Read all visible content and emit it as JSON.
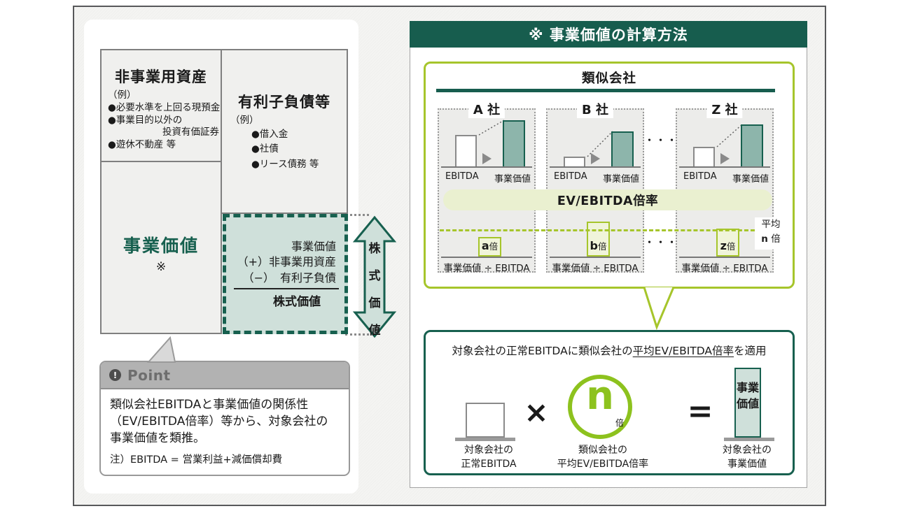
{
  "left": {
    "non_business_assets": {
      "title": "非事業用資産",
      "lines": [
        "（例）",
        "●必要水準を上回る現預金",
        "●事業目的以外の",
        "投資有価証券",
        "●遊休不動産 等"
      ]
    },
    "interest_debt": {
      "title": "有利子負債等",
      "example": "（例）",
      "bullets": [
        "●借入金",
        "●社債",
        "●リース債務 等"
      ]
    },
    "business_value": {
      "title": "事業価値",
      "note": "※"
    },
    "equity_calc": {
      "lines": [
        "事業価値",
        "（+）非事業用資産",
        "（−）　有利子負債"
      ],
      "result": "株式価値"
    },
    "equity_arrow_label": [
      "株",
      "式",
      "価",
      "値"
    ],
    "point": {
      "icon": "!",
      "title": "Point",
      "lines": [
        "類似会社EBITDAと事業価値の関係性",
        "（EV/EBITDA倍率）等から、対象会社の",
        "事業価値を類推。"
      ],
      "note": "注）EBITDA = 営業利益+減価償却費"
    }
  },
  "right": {
    "title": "※ 事業価値の計算方法",
    "comparables": {
      "title": "類似会社",
      "ebitda_label": "EBITDA",
      "ev_label": "事業価値",
      "pill": "EV/EBITDA倍率",
      "ratio_label": "事業価値 ÷ EBITDA",
      "dots": "・・・",
      "average_line1": "平均",
      "average_bold": "n",
      "average_suffix": " 倍",
      "companies": [
        {
          "name": "A 社",
          "ebitda_h": 45,
          "ev_h": 66,
          "multiple_letter": "a",
          "multiple_suffix": "倍",
          "multiple_h": 28
        },
        {
          "name": "B 社",
          "ebitda_h": 14,
          "ev_h": 50,
          "multiple_letter": "b",
          "multiple_suffix": "倍",
          "multiple_h": 50
        },
        {
          "name": "Z 社",
          "ebitda_h": 28,
          "ev_h": 60,
          "multiple_letter": "z",
          "multiple_suffix": "倍",
          "multiple_h": 40
        }
      ]
    },
    "application": {
      "headline_pre": "対象会社の正常EBITDAに類似会社の",
      "headline_underline": "平均EV/EBITDA倍率",
      "headline_post": "を適用",
      "times": "×",
      "equals": "=",
      "circle_letter": "n",
      "circle_suffix": "倍",
      "operand1_label": [
        "対象会社の",
        "正常EBITDA"
      ],
      "operand2_label": [
        "類似会社の",
        "平均EV/EBITDA倍率"
      ],
      "result_bar_label": [
        "事業",
        "価値"
      ],
      "result_label": [
        "対象会社の",
        "事業価値"
      ]
    }
  },
  "colors": {
    "teal_dark": "#175d4e",
    "teal_light_fill": "#cfe0da",
    "teal_bar_fill": "#8db5ab",
    "lime_border": "#a6c52b",
    "lime_bright": "#8dc21e",
    "lime_pale_fill": "#eaf0d0",
    "gray_border": "#7f7f7f"
  }
}
